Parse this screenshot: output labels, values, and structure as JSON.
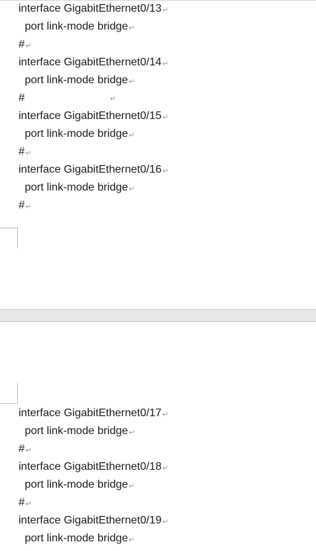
{
  "page1": {
    "lines": [
      "interface GigabitEthernet0/13",
      "port link-mode bridge",
      "#",
      "interface GigabitEthernet0/14",
      "port link-mode bridge",
      "#",
      "interface GigabitEthernet0/15",
      "port link-mode bridge",
      "#",
      "interface GigabitEthernet0/16",
      "port link-mode bridge",
      "#"
    ]
  },
  "page2": {
    "lines": [
      "interface GigabitEthernet0/17",
      "port link-mode bridge",
      "#",
      "interface GigabitEthernet0/18",
      "port link-mode bridge",
      "#",
      "interface GigabitEthernet0/19",
      "port link-mode bridge"
    ]
  },
  "paragraph_mark": "↵"
}
